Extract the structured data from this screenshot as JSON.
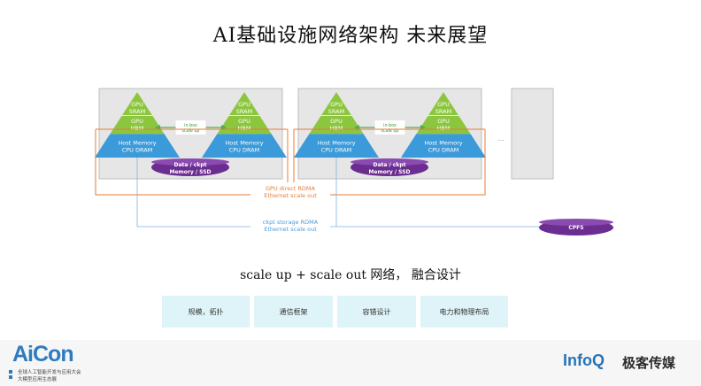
{
  "title": "AI基础设施网络架构 未来展望",
  "diagram": {
    "ellipsis": "...",
    "tri_levels": [
      "GPU\nSRAM",
      "GPU\nHBM",
      "Host Memory\nCPU DRAM"
    ],
    "inbox": "in-box\nscale up",
    "storage": "Data / ckpt\nMemory / SSD",
    "rdma_label": "GPU direct RDMA\nEthernet scale out",
    "ckpt_label": "ckpt storage RDMA\nEthernet scale out",
    "cpfs_label": "CPFS",
    "colors": {
      "tri_top": "#8cc63f",
      "tri_bottom": "#3b9ad9",
      "storage": "#6b2d8f",
      "rdma_line": "#e97b36",
      "ckpt_line": "#7fb3df",
      "inbox_arrow": "#4caf50",
      "server_box": "#e6e6e6"
    }
  },
  "subtitle": "scale up + scale out 网络， 融合设计",
  "boxes": [
    "规模，拓扑",
    "通信框架",
    "容错设计",
    "电力和物理布局"
  ],
  "footer": {
    "aicon": "AiCon",
    "aicon_sub1": "全球人工智能开发与应用大会",
    "aicon_sub2": "大模型应用生态展",
    "infoq": "InfoQ",
    "jike": "极客传媒"
  }
}
